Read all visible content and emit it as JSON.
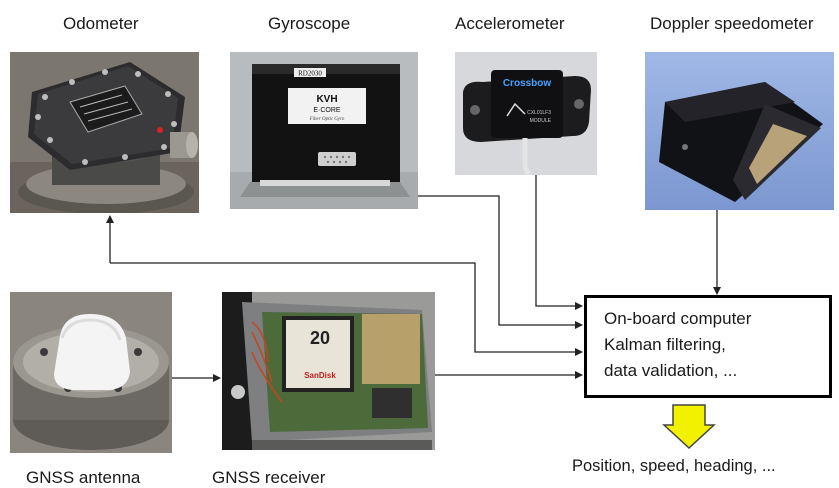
{
  "sensors": {
    "odometer": "Odometer",
    "gyroscope": "Gyroscope",
    "accelerometer": "Accelerometer",
    "doppler": "Doppler speedometer",
    "gnss_antenna": "GNSS antenna",
    "gnss_receiver": "GNSS receiver"
  },
  "device_markings": {
    "gyroscope_tag": "RD2030",
    "gyroscope_brand": "KVH",
    "gyroscope_model": "E·CORE",
    "gyroscope_subtitle": "Fiber Optic Gyro",
    "accelerometer_brand": "Crossbow",
    "accelerometer_model": "CXL01LF3",
    "accelerometer_module": "MODULE",
    "sd_card_capacity": "20",
    "sd_card_brand": "SanDisk"
  },
  "computer": {
    "line1": "On-board computer",
    "line2": "Kalman filtering,",
    "line3": "data validation, ..."
  },
  "output": {
    "text": "Position, speed, heading, ..."
  },
  "colors": {
    "output_arrow_fill": "#f2f200",
    "output_arrow_stroke": "#444444",
    "wire": "#222222"
  }
}
